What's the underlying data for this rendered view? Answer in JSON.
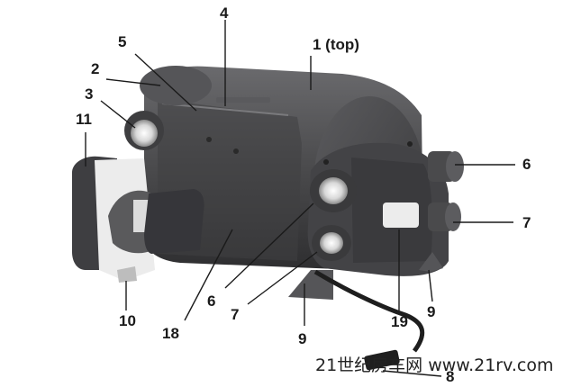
{
  "callouts": [
    {
      "id": "1",
      "text": "1 (top)"
    },
    {
      "id": "2",
      "text": "2"
    },
    {
      "id": "3",
      "text": "3"
    },
    {
      "id": "4",
      "text": "4"
    },
    {
      "id": "5",
      "text": "5"
    },
    {
      "id": "6a",
      "text": "6"
    },
    {
      "id": "6b",
      "text": "6"
    },
    {
      "id": "7a",
      "text": "7"
    },
    {
      "id": "7b",
      "text": "7"
    },
    {
      "id": "8",
      "text": "8"
    },
    {
      "id": "9a",
      "text": "9"
    },
    {
      "id": "9b",
      "text": "9"
    },
    {
      "id": "10",
      "text": "10"
    },
    {
      "id": "11",
      "text": "11"
    },
    {
      "id": "18",
      "text": "18"
    },
    {
      "id": "19",
      "text": "19"
    }
  ],
  "watermark": "21世纪房车网 www.21rv.com",
  "colors": {
    "body": "#4a4a4c",
    "body_dark": "#2e2e30",
    "body_light": "#6a6a6d",
    "bracket": "#e6e6e6",
    "pipe": "#cfcfcf"
  }
}
